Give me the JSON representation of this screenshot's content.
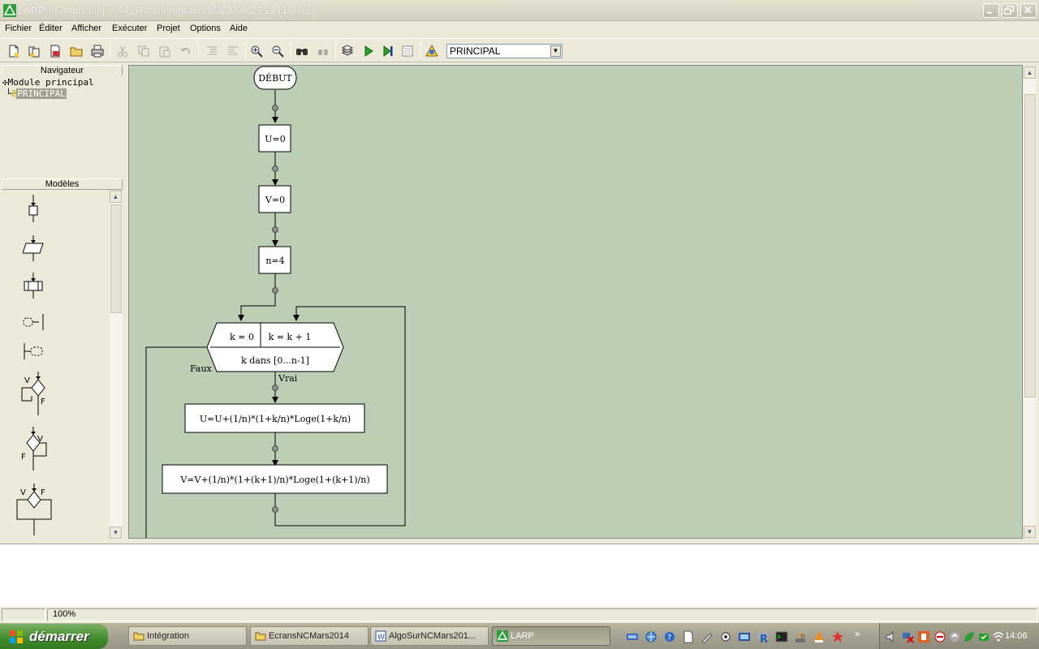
{
  "window": {
    "title": "LARP - Gratuiciel [...\\AlgoTice\\Intégration\\NCMars2014 (1).larp]"
  },
  "menu": [
    "Fichier",
    "Éditer",
    "Afficher",
    "Exécuter",
    "Projet",
    "Options",
    "Aide"
  ],
  "toolbar": {
    "module_selector": "PRINCIPAL",
    "icons": [
      "new-file-icon",
      "open-file-icon",
      "new-module-icon",
      "open-folder-icon",
      "print-icon",
      "cut-icon",
      "copy-icon",
      "paste-icon",
      "undo-icon",
      "indent-icon",
      "outdent-icon",
      "zoom-in-icon",
      "zoom-out-icon",
      "find-icon",
      "replace-icon",
      "compile-icon",
      "run-icon",
      "step-icon",
      "console-icon",
      "debug-icon"
    ]
  },
  "navigator": {
    "title": "Navigateur",
    "root": "Module principal",
    "child": "PRINCIPAL"
  },
  "models": {
    "title": "Modèles",
    "items": [
      "process-model-icon",
      "io-model-icon",
      "subroutine-model-icon",
      "connector-out-model-icon",
      "connector-in-model-icon",
      "if-true-model-icon",
      "if-false-model-icon",
      "if-else-model-icon"
    ]
  },
  "flowchart": {
    "start": "DÉBUT",
    "steps": [
      "U=0",
      "V=0",
      "n=4"
    ],
    "loop_init": "k = 0",
    "loop_step": "k = k + 1",
    "loop_range": "k dans [0...n-1]",
    "label_false": "Faux",
    "label_true": "Vrai",
    "body": [
      "U=U+(1/n)*(1+k/n)*Loge(1+k/n)",
      "V=V+(1/n)*(1+(k+1)/n)*Loge(1+(k+1)/n)"
    ]
  },
  "status": {
    "zoom": "100%"
  },
  "taskbar": {
    "start": "démarrer",
    "tasks": [
      "Intégration",
      "EcransNCMars2014",
      "AlgoSurNCMars201...",
      "LARP"
    ],
    "clock": "14:06"
  }
}
